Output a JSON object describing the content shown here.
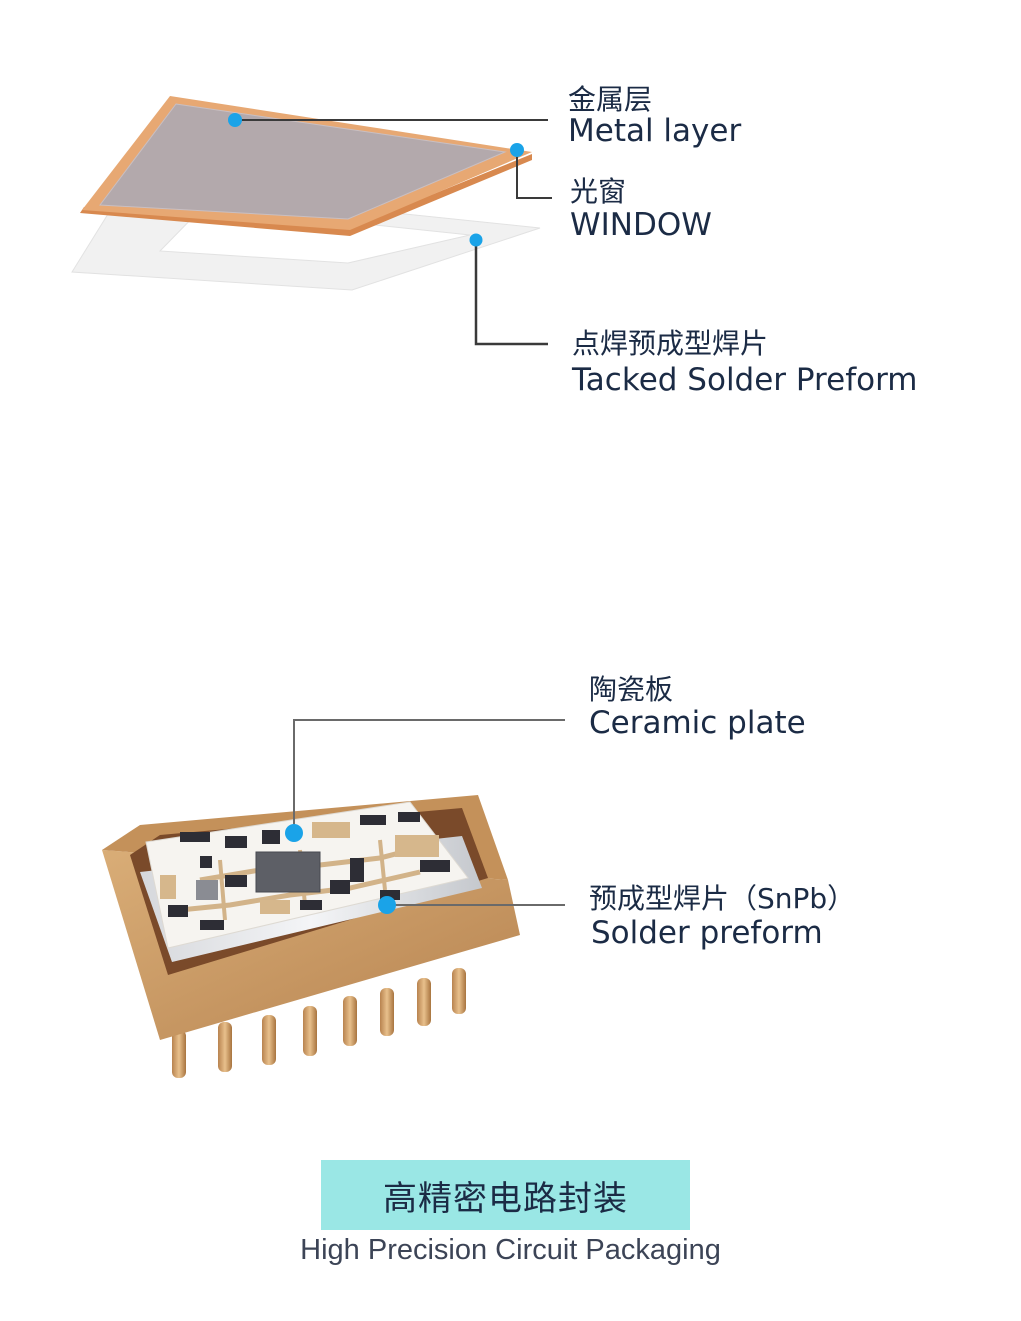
{
  "diagram1": {
    "labels": [
      {
        "zh": "金属层",
        "en": "Metal layer"
      },
      {
        "zh": "光窗",
        "en": "WINDOW"
      },
      {
        "zh": "点焊预成型焊片",
        "en": "Tacked Solder Preform"
      }
    ]
  },
  "diagram2": {
    "labels": [
      {
        "zh": "陶瓷板",
        "en": "Ceramic plate"
      },
      {
        "zh": "预成型焊片（SnPb）",
        "en": "Solder preform"
      }
    ]
  },
  "title_zh": "高精密电路封装",
  "title_en": "High Precision Circuit Packaging",
  "colors": {
    "accent_dot": "#1aa3e8",
    "leader_line": "#3a3a3a",
    "banner_bg": "#9ae7e5",
    "copper": "#e7a873",
    "metal": "#b3a9ac",
    "package": "#c99a64"
  }
}
